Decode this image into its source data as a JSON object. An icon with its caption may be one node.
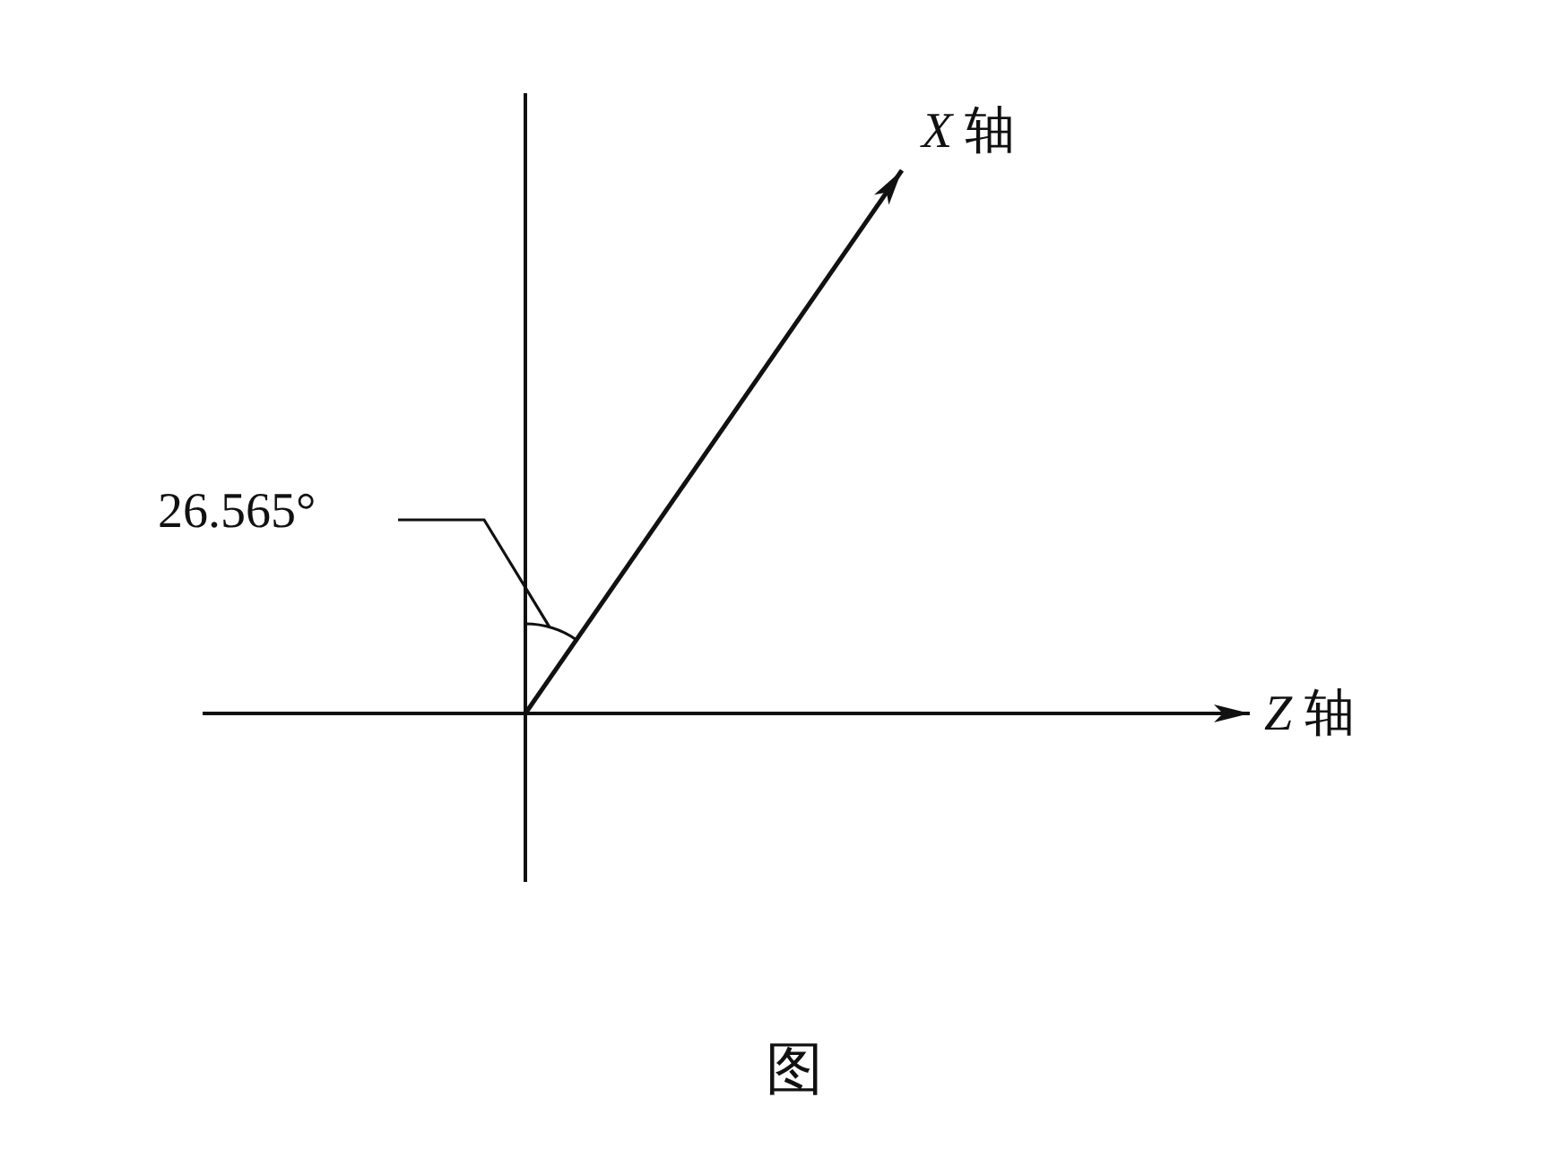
{
  "diagram": {
    "caption": "图",
    "nodes": [
      {
        "text": [
          "26.565°"
        ]
      },
      {
        "text": [],
        "shape": "arc"
      }
    ],
    "edges": [
      {
        "from": 0,
        "to": 1,
        "arrow": "none"
      }
    ],
    "labels": [
      "*X* 轴",
      "*Z* 轴"
    ]
  }
}
